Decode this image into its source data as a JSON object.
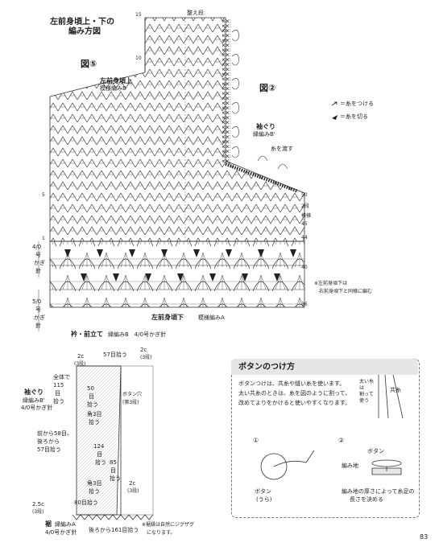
{
  "diagram_title": [
    "左前身頃上・下の",
    "編み方図"
  ],
  "fig5_label": "図⑤",
  "fig2_label": "図②",
  "top_edge_label": "整え段",
  "upper_body": {
    "title": "左前身頃上",
    "sub": "模様編みB"
  },
  "lower_body": {
    "title": "左前身頃下",
    "sub": "模様編みA"
  },
  "armhole": {
    "title": "袖ぐり",
    "sub": "縁編みB'"
  },
  "yarn_pass_label": "糸を渡す",
  "legend": {
    "attach": "＝糸をつける",
    "cut": "＝糸を切る"
  },
  "right_notes": {
    "rows": "2段",
    "pattern": "模様",
    "lower_note": [
      "※左前身頃下は",
      "右前身頃下と同様に編む"
    ]
  },
  "row_numbers": [
    "15",
    "10",
    "5",
    "1",
    "50",
    "45",
    "44",
    "40",
    "36"
  ],
  "hook_labels": {
    "upper": [
      "4/0",
      "号",
      "かぎ",
      "針"
    ],
    "lower": [
      "5/0",
      "号",
      "かぎ",
      "針"
    ]
  },
  "collar": {
    "title": "衿・前立て",
    "sub": "縁編みB　4/0号かぎ針"
  },
  "sleeve_edge": {
    "title": "袖ぐり",
    "sub1": "縁編みB'",
    "sub2": "4/0号かぎ針"
  },
  "hem": {
    "title": "裾",
    "sub1": "縁編みA",
    "sub2": "4/0号かぎ針"
  },
  "schematic_labels": {
    "c2_left": "2c",
    "rows3_left": "(3段)",
    "c2_right": "2c",
    "rows3_right": "(3段)",
    "top_stitches": "57目拾う",
    "whole": [
      "全体で",
      "115",
      "目",
      "拾う"
    ],
    "s50": [
      "50",
      "目",
      "拾う"
    ],
    "button_hole": [
      "ボタン穴",
      "(第3段)"
    ],
    "corner3_top": [
      "角3目",
      "拾う"
    ],
    "front": [
      "前から58目、",
      "後ろから",
      "57目拾う"
    ],
    "s124": [
      "124",
      "目",
      "拾う"
    ],
    "s85": [
      "85",
      "目",
      "拾う"
    ],
    "corner3_bottom": [
      "角3目",
      "拾う"
    ],
    "c2_bottom": "2c",
    "rows3_bottom": "(3段)",
    "c25": "2.5c",
    "rows3_c25": "(3段)",
    "s80": "80目拾う",
    "back161": "後ろから161目拾う",
    "zigzag": [
      "※裾縁は自然にジグザグ",
      "になります。"
    ]
  },
  "button_section": {
    "title": "ボタンのつけ方",
    "text": [
      "ボタンつけは、共糸や縫い糸を使います。",
      "太い共糸のときは、糸を図のように割って、",
      "改めてよりをかけると使いやすくなります。"
    ],
    "split_label": [
      "太い糸",
      "は",
      "割って",
      "使う"
    ],
    "common_yarn": "共糸",
    "step1": "①",
    "step2": "②",
    "button_back": [
      "ボタン",
      "(うら)"
    ],
    "button": "ボタン",
    "knit_fabric": "編み地",
    "shank_note": [
      "編み地の厚さによって糸足の",
      "長さを決める"
    ]
  },
  "page_number": "83"
}
